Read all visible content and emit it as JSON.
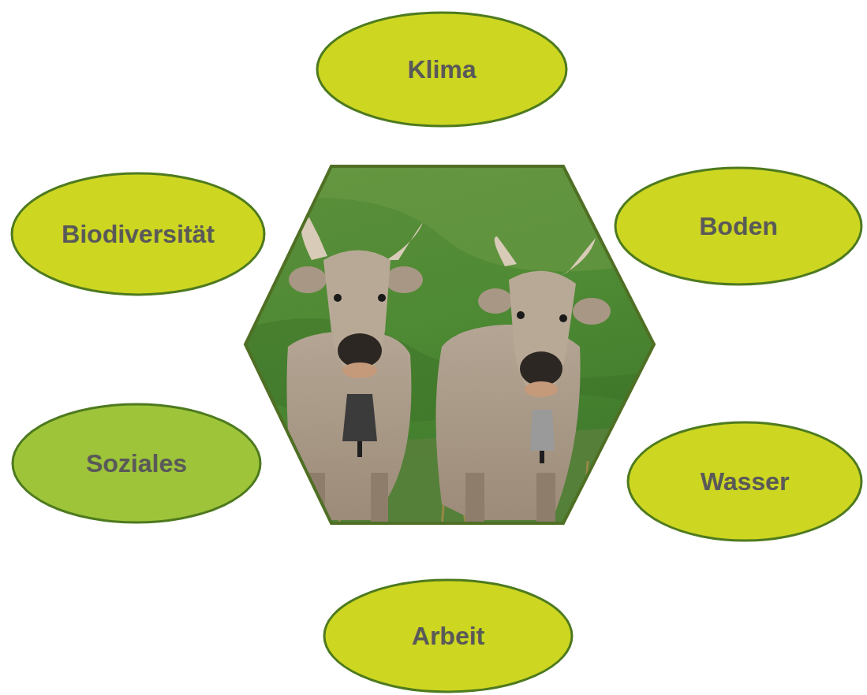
{
  "diagram": {
    "nodes": [
      {
        "text": [
          "Klima"
        ]
      },
      {
        "text": [
          "Biodiversität"
        ]
      },
      {
        "text": [
          "Boden"
        ]
      },
      {
        "text": [
          "Soziales"
        ]
      },
      {
        "text": [
          "Wasser"
        ]
      },
      {
        "text": [
          "Arbeit"
        ]
      }
    ]
  }
}
